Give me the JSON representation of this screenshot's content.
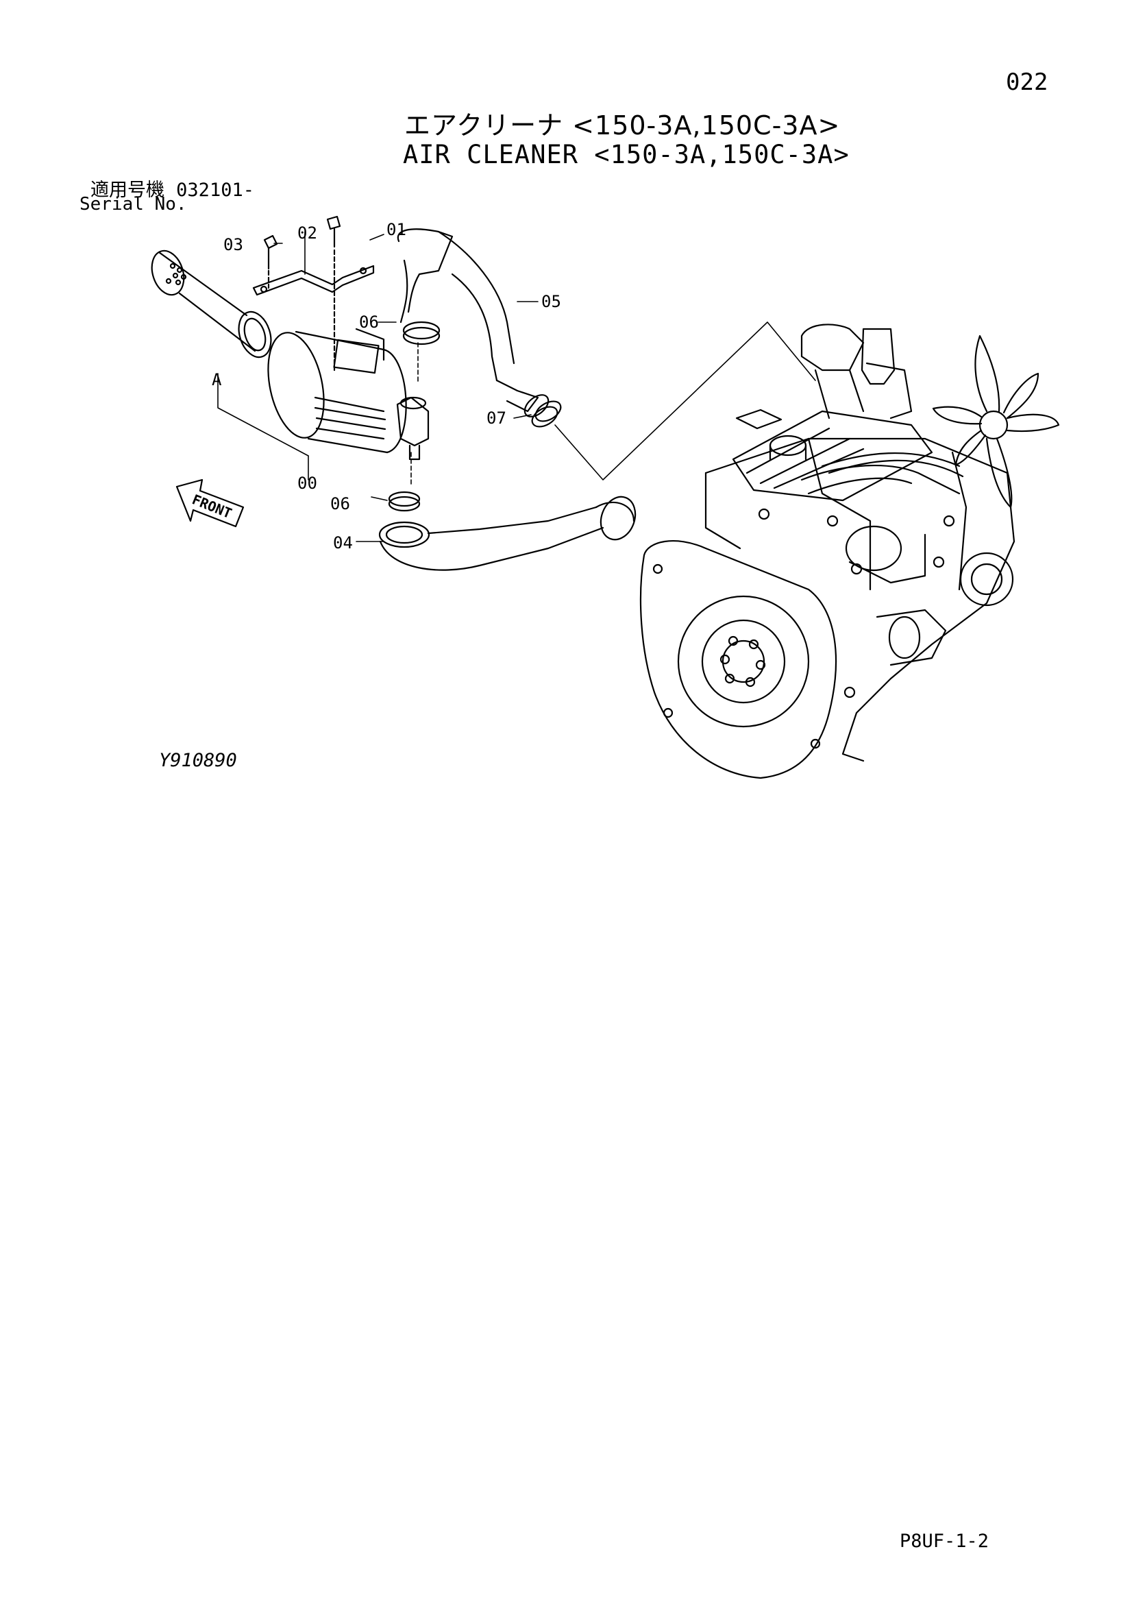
{
  "page_number": "022",
  "title_jp": "エアクリーナ <150-3A,150C-3A>",
  "title_en": "AIR CLEANER <150-3A,150C-3A>",
  "serial_label_jp": "適用号機",
  "serial_range": "032101-",
  "serial_label_en": "Serial No.",
  "figure_code": "Y910890",
  "document_code": "P8UF-1-2",
  "callouts": {
    "c00": "00",
    "c01": "01",
    "c02": "02",
    "c03": "03",
    "c04": "04",
    "c05": "05",
    "c06a": "06",
    "c06b": "06",
    "c07": "07",
    "cA": "A"
  },
  "front_arrow_label": "FRONT"
}
